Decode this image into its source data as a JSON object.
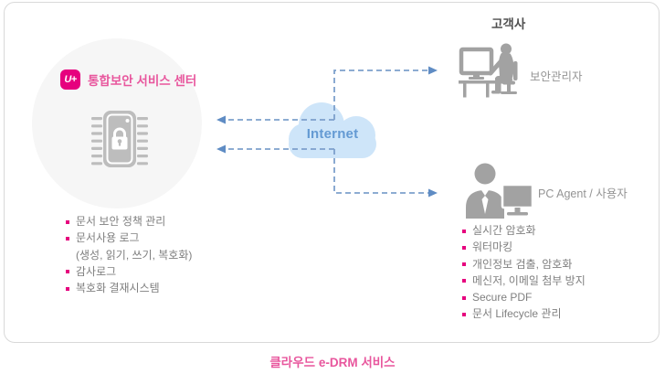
{
  "panel": {
    "caption": "클라우드 e-DRM 서비스"
  },
  "hub": {
    "logo_text": "U+",
    "title": "통합보안 서비스 센터",
    "features": [
      {
        "label": "문서 보안 정책 관리"
      },
      {
        "label": "문서사용 로그"
      },
      {
        "label": "(생성, 읽기, 쓰기, 복호화)",
        "continuation": true
      },
      {
        "label": "감사로그"
      },
      {
        "label": "복호화 결재시스템"
      }
    ]
  },
  "network": {
    "label": "Internet"
  },
  "customer": {
    "title": "고객사",
    "admin": {
      "label": "보안관리자"
    },
    "agent": {
      "label": "PC Agent / 사용자"
    },
    "features": [
      {
        "label": "실시간 암호화"
      },
      {
        "label": "워터마킹"
      },
      {
        "label": "개인정보 검출, 암호화"
      },
      {
        "label": "메신저, 이메일 첨부 방지"
      },
      {
        "label": "Secure PDF"
      },
      {
        "label": "문서 Lifecycle 관리"
      }
    ]
  },
  "colors": {
    "brand_magenta": "#e6007e",
    "pink_text": "#e8569d",
    "body_gray": "#7f7f7f",
    "dark_gray": "#4f4f4f",
    "label_gray": "#949494",
    "icon_gray": "#a2a2a2",
    "chip_gray": "#bdbdbd",
    "hub_circle_bg": "#f6f6f6",
    "cloud_blue": "#cee5f9",
    "internet_text_blue": "#649ad3",
    "connector_blue": "#7da0cc",
    "arrow_blue": "#5f8cc4",
    "panel_border": "#d9d9d9"
  }
}
